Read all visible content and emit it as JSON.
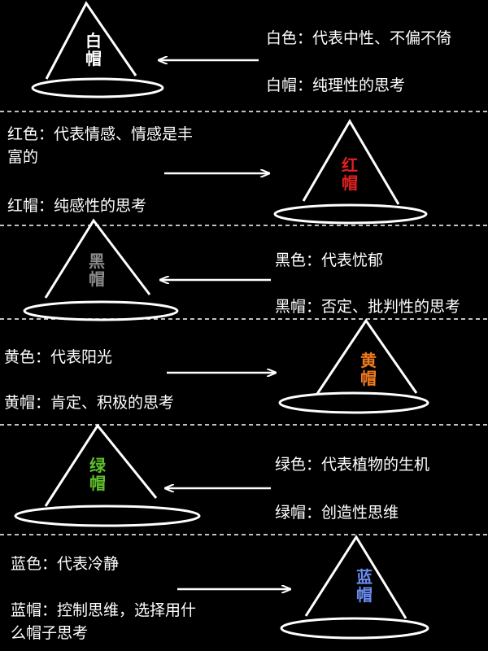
{
  "colors": {
    "background": "#000000",
    "line": "#ffffff",
    "white": "#ffffff",
    "red": "#e02020",
    "black": "#8a8a8a",
    "yellow": "#f07a1e",
    "green": "#5fbf2a",
    "blue": "#6a8cf0"
  },
  "sections": [
    {
      "hat_label": "白帽",
      "line1": "白色：代表中性、不偏不倚",
      "line2": "白帽：纯理性的思考"
    },
    {
      "hat_label": "红帽",
      "line1": "红色：代表情感、情感是丰富的",
      "line2": "红帽：纯感性的思考"
    },
    {
      "hat_label": "黑帽",
      "line1": "黑色：代表忧郁",
      "line2": "黑帽：否定、批判性的思考"
    },
    {
      "hat_label": "黄帽",
      "line1": "黄色：代表阳光",
      "line2": "黄帽：肯定、积极的思考"
    },
    {
      "hat_label": "绿帽",
      "line1": "绿色：代表植物的生机",
      "line2": "绿帽：创造性思维"
    },
    {
      "hat_label": "蓝帽",
      "line1": "蓝色：代表冷静",
      "line2": "蓝帽：控制思维，选择用什么帽子思考"
    }
  ]
}
